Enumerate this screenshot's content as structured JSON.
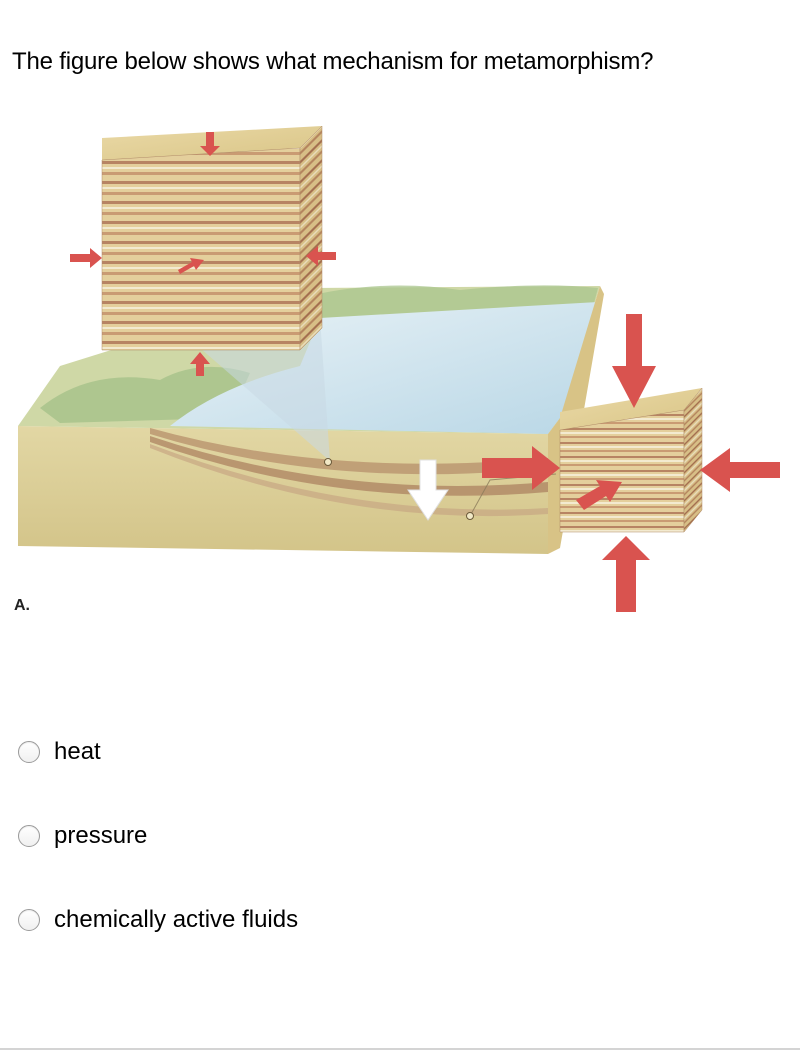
{
  "question": {
    "text": "The figure below shows what mechanism for metamorphism?"
  },
  "figure": {
    "panel_label": "A.",
    "arrow_color": "#d9534f",
    "icons": [
      "layered-rock-block-icon",
      "compression-arrow-icon",
      "burial-arrow-icon"
    ]
  },
  "options": [
    {
      "label": "heat",
      "selected": false
    },
    {
      "label": "pressure",
      "selected": false
    },
    {
      "label": "chemically active fluids",
      "selected": false
    }
  ]
}
